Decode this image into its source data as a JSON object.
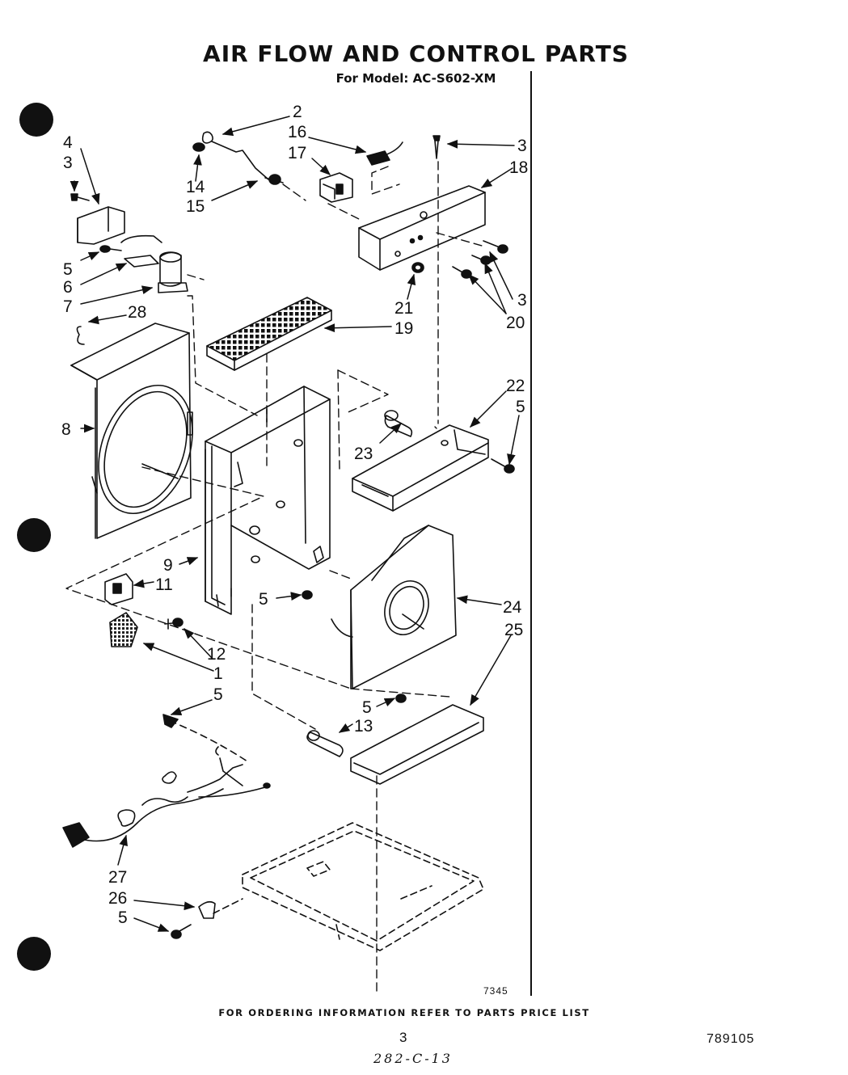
{
  "title": "AIR FLOW AND CONTROL PARTS",
  "subtitle": "For Model: AC-S602-XM",
  "figure_number": "7345",
  "footer": "FOR ORDERING INFORMATION REFER TO PARTS PRICE LIST",
  "page_number": "3",
  "document_number": "789105",
  "handwritten_note": "282-C-13",
  "callouts": [
    {
      "id": "c2",
      "label": "2"
    },
    {
      "id": "c16",
      "label": "16"
    },
    {
      "id": "c17",
      "label": "17"
    },
    {
      "id": "c3a",
      "label": "3"
    },
    {
      "id": "c18",
      "label": "18"
    },
    {
      "id": "c4",
      "label": "4"
    },
    {
      "id": "c3b",
      "label": "3"
    },
    {
      "id": "c14",
      "label": "14"
    },
    {
      "id": "c15",
      "label": "15"
    },
    {
      "id": "c5a",
      "label": "5"
    },
    {
      "id": "c6",
      "label": "6"
    },
    {
      "id": "c7",
      "label": "7"
    },
    {
      "id": "c28",
      "label": "28"
    },
    {
      "id": "c21",
      "label": "21"
    },
    {
      "id": "c3c",
      "label": "3"
    },
    {
      "id": "c20",
      "label": "20"
    },
    {
      "id": "c19",
      "label": "19"
    },
    {
      "id": "c22",
      "label": "22"
    },
    {
      "id": "c5b",
      "label": "5"
    },
    {
      "id": "c8",
      "label": "8"
    },
    {
      "id": "c23",
      "label": "23"
    },
    {
      "id": "c9",
      "label": "9"
    },
    {
      "id": "c11",
      "label": "11"
    },
    {
      "id": "c5c",
      "label": "5"
    },
    {
      "id": "c24",
      "label": "24"
    },
    {
      "id": "c25",
      "label": "25"
    },
    {
      "id": "c12",
      "label": "12"
    },
    {
      "id": "c1",
      "label": "1"
    },
    {
      "id": "c5d",
      "label": "5"
    },
    {
      "id": "c5e",
      "label": "5"
    },
    {
      "id": "c13",
      "label": "13"
    },
    {
      "id": "c27",
      "label": "27"
    },
    {
      "id": "c26",
      "label": "26"
    },
    {
      "id": "c5f",
      "label": "5"
    }
  ]
}
